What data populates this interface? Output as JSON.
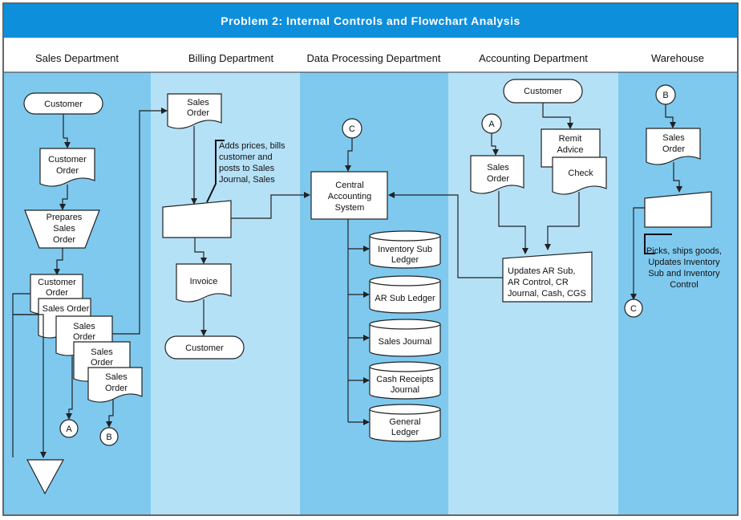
{
  "title": {
    "main": "Problem 2: Internal Controls and Flowchart Analysis"
  },
  "colors": {
    "title_bar": "#0e8fdc",
    "lane_dark": "#7fc9ef",
    "lane_light": "#b5e1f7",
    "line": "#222222"
  },
  "lanes": [
    {
      "label": "Sales Department"
    },
    {
      "label": "Billing Department"
    },
    {
      "label": "Data Processing Department"
    },
    {
      "label": "Accounting Department"
    },
    {
      "label": "Warehouse"
    }
  ],
  "sales": {
    "customer": "Customer",
    "customer_order": [
      "Customer",
      "Order"
    ],
    "prepares": [
      "Prepares",
      "Sales",
      "Order"
    ],
    "stack_customer_order": [
      "Customer",
      "Order"
    ],
    "stack_sales_order_1": "Sales Order",
    "stack_sales_order_2": [
      "Sales",
      "Order"
    ],
    "stack_sales_order_3": [
      "Sales",
      "Order"
    ],
    "stack_sales_order_4": [
      "Sales",
      "Order"
    ],
    "connector_a": "A",
    "connector_b": "B"
  },
  "billing": {
    "sales_order": [
      "Sales",
      "Order"
    ],
    "note": [
      "Adds  prices, bills",
      "customer and",
      "posts to Sales",
      "Journal, Sales"
    ],
    "invoice": "Invoice",
    "customer": "Customer"
  },
  "dp": {
    "connector_c": "C",
    "central": [
      "Central",
      "Accounting",
      "System"
    ],
    "ledgers": [
      [
        "Inventory Sub",
        "Ledger"
      ],
      [
        "AR Sub Ledger"
      ],
      [
        "Sales Journal"
      ],
      [
        "Cash Receipts",
        "Journal"
      ],
      [
        "General",
        "Ledger"
      ]
    ]
  },
  "accounting": {
    "customer": "Customer",
    "connector_a": "A",
    "sales_order": [
      "Sales",
      "Order"
    ],
    "remit_advice": [
      "Remit",
      "Advice"
    ],
    "check": "Check",
    "updates": [
      "Updates AR Sub,",
      "AR Control, CR",
      "Journal, Cash, CGS"
    ]
  },
  "warehouse": {
    "connector_b": "B",
    "sales_order": [
      "Sales",
      "Order"
    ],
    "note": [
      "Picks, ships goods,",
      "Updates  Inventory",
      "Sub and Inventory",
      "Control"
    ],
    "connector_c": "C"
  }
}
